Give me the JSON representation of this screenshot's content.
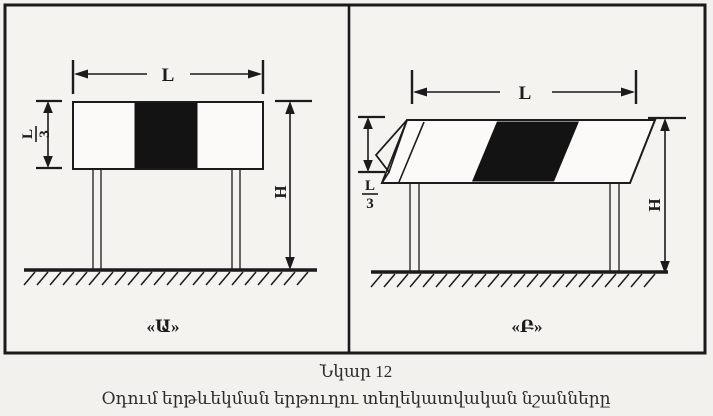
{
  "figure": {
    "caption_title": "Նկար 12",
    "caption_subtitle": "Օդում երթևեկման երթուղու տեղեկատվական նշանները",
    "border_color": "#1a1a1a",
    "background_color": "#f2f1ee",
    "ink_color": "#1b1b1b",
    "stripe_color": "#131313",
    "board_fill": "#fbfaf8"
  },
  "panels": [
    {
      "id": "panel-a",
      "label": "«Ա»",
      "view": "front-elevation",
      "dimensions": {
        "width_label": "L",
        "board_height_label_numerator": "L",
        "board_height_label_denominator": "3",
        "total_height_label": "H"
      },
      "board": {
        "segments": [
          "white",
          "black",
          "white"
        ],
        "post_count": 2
      },
      "ground": {
        "hatch_count": 22
      }
    },
    {
      "id": "panel-b",
      "label": "«Բ»",
      "view": "perspective",
      "dimensions": {
        "width_label": "L",
        "board_height_label_numerator": "L",
        "board_height_label_denominator": "3",
        "total_height_label": "H"
      },
      "board": {
        "segments": [
          "white",
          "black",
          "white"
        ],
        "post_count": 2,
        "has_folded_wedge": true
      },
      "ground": {
        "hatch_count": 22
      }
    }
  ]
}
